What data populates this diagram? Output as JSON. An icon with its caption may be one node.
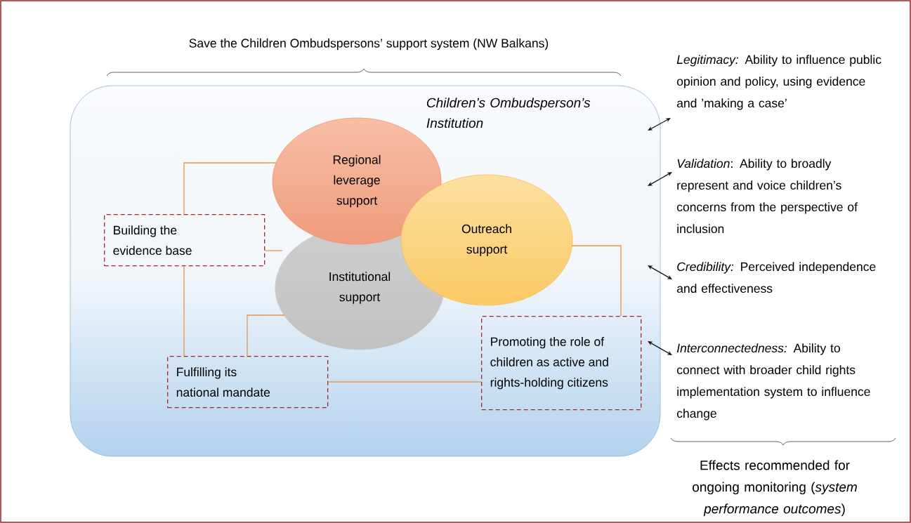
{
  "diagram": {
    "title": "Save the Children Ombudspersons’ support system (NW Balkans)",
    "caption": "Effects recommended for ongoing monitoring (*system performance outcomes*)",
    "nodes": [
      {
        "text": [
          "Children’s Ombudsperson’s Institution"
        ]
      },
      {
        "text": [
          "Regional leverage support"
        ],
        "in": 0
      },
      {
        "text": [
          "Outreach support"
        ],
        "in": 0
      },
      {
        "text": [
          "Institutional support"
        ],
        "in": 0
      },
      {
        "text": [
          "Building the evidence base"
        ],
        "in": 0
      },
      {
        "text": [
          "Fulfilling its national mandate"
        ],
        "in": 0
      },
      {
        "text": [
          "Promoting the role of children as active and rights-holding citizens"
        ],
        "in": 0
      },
      {
        "text": [
          "*Legitimacy:* Ability to influence public opinion and policy, using evidence and ’making a case’"
        ]
      },
      {
        "text": [
          "*Validation*: Ability to broadly represent and voice children’s concerns from the perspective of inclusion"
        ]
      },
      {
        "text": [
          "*Credibility:* Perceived independence and effectiveness"
        ]
      },
      {
        "text": [
          "*Interconnectedness:* Ability to connect with broader child rights implementation system to influence change"
        ]
      }
    ],
    "edges": [
      {
        "from": 4,
        "to": 1,
        "arrow": "none",
        "color": "#e8964a"
      },
      {
        "from": 4,
        "to": 3,
        "arrow": "none",
        "color": "#e8964a"
      },
      {
        "from": 4,
        "to": 5,
        "arrow": "none",
        "color": "#e8964a"
      },
      {
        "from": 5,
        "to": 3,
        "arrow": "none",
        "color": "#e8964a"
      },
      {
        "from": 5,
        "to": 6,
        "arrow": "none",
        "color": "#e8964a"
      },
      {
        "from": 2,
        "to": 6,
        "arrow": "none",
        "color": "#e8964a"
      },
      {
        "from": 0,
        "to": 7,
        "arrow": "both",
        "color": "#111111"
      },
      {
        "from": 0,
        "to": 8,
        "arrow": "both",
        "color": "#111111"
      },
      {
        "from": 0,
        "to": 9,
        "arrow": "both",
        "color": "#111111"
      },
      {
        "from": 0,
        "to": 10,
        "arrow": "both",
        "color": "#111111"
      }
    ]
  }
}
